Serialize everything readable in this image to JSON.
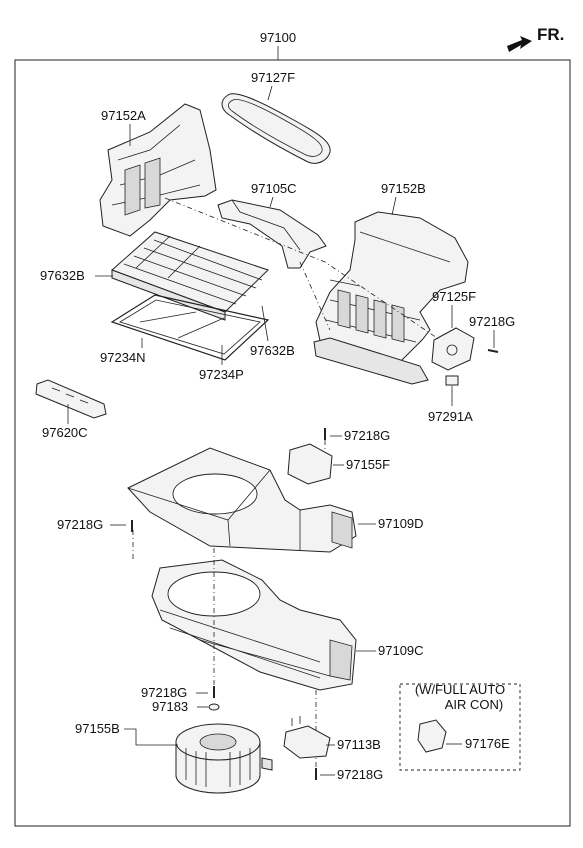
{
  "direction": {
    "label": "FR."
  },
  "assembly_number": "97100",
  "labels": {
    "p97127F": "97127F",
    "p97152A": "97152A",
    "p97105C": "97105C",
    "p97152B": "97152B",
    "p97632B_top": "97632B",
    "p97125F": "97125F",
    "p97218G_a": "97218G",
    "p97632B_bottom": "97632B",
    "p97234N": "97234N",
    "p97234P": "97234P",
    "p97291A": "97291A",
    "p97620C": "97620C",
    "p97218G_b": "97218G",
    "p97155F": "97155F",
    "p97218G_c": "97218G",
    "p97109D": "97109D",
    "p97109C": "97109C",
    "p97218G_d": "97218G",
    "p97183": "97183",
    "p97155B": "97155B",
    "p97113B": "97113B",
    "p97218G_e": "97218G",
    "p97176E": "97176E"
  },
  "option_box": {
    "line1": "(W/FULL AUTO",
    "line2": "AIR CON)"
  }
}
